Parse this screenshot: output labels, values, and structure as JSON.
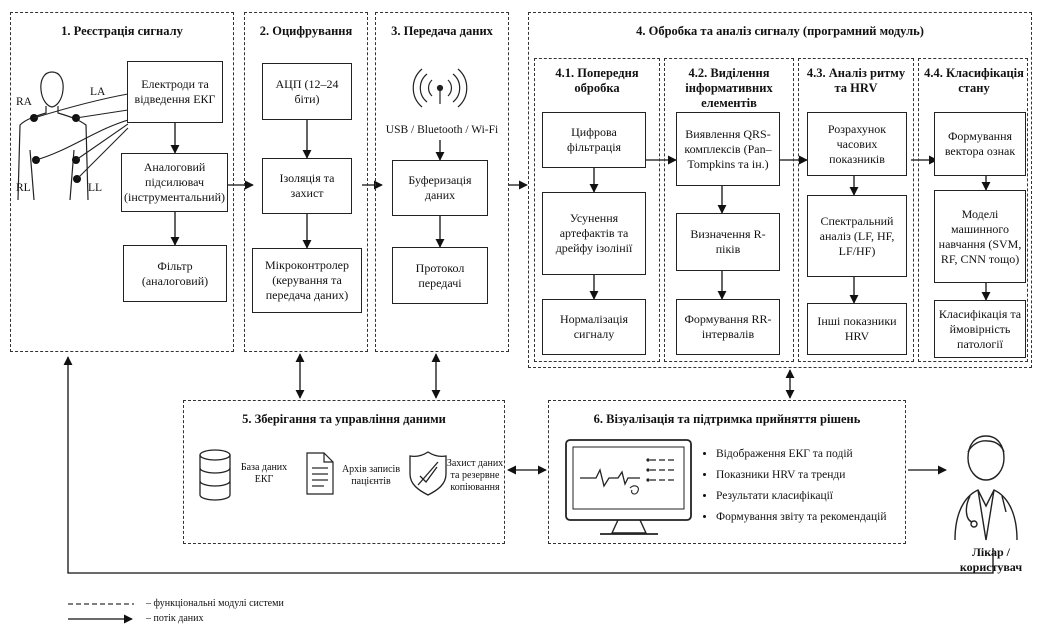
{
  "module1": {
    "title": "1. Реєстрація сигналу",
    "electrodes": [
      "RA",
      "LA",
      "RL",
      "LL"
    ],
    "boxes": [
      "Електроди та відведення ЕКГ",
      "Аналоговий підсилювач (інструментальний)",
      "Фільтр (аналоговий)"
    ]
  },
  "module2": {
    "title": "2. Оцифрування",
    "boxes": [
      "АЦП (12–24 біти)",
      "Ізоляція та захист",
      "Мікроконтролер (керування та передача даних)"
    ]
  },
  "module3": {
    "title": "3. Передача даних",
    "wireless": "USB / Bluetooth / Wi-Fi",
    "boxes": [
      "Буферизація даних",
      "Протокол передачі"
    ]
  },
  "module4": {
    "title": "4. Обробка та аналіз сигналу (програмний модуль)",
    "sub": [
      {
        "title": "4.1. Попередня обробка",
        "boxes": [
          "Цифрова фільтрація",
          "Усунення артефактів та дрейфу ізолінії",
          "Нормалізація сигналу"
        ]
      },
      {
        "title": "4.2. Виділення інформативних елементів",
        "boxes": [
          "Виявлення QRS-комплексів (Pan–Tompkins та ін.)",
          "Визначення R-піків",
          "Формування RR-інтервалів"
        ]
      },
      {
        "title": "4.3. Аналіз ритму та HRV",
        "boxes": [
          "Розрахунок часових показників",
          "Спектральний аналіз (LF, HF, LF/HF)",
          "Інші показники HRV"
        ]
      },
      {
        "title": "4.4. Класифікація стану",
        "boxes": [
          "Формування вектора ознак",
          "Моделі машинного навчання (SVM, RF, CNN тощо)",
          "Класифікація та ймовірність патології"
        ]
      }
    ]
  },
  "module5": {
    "title": "5. Зберігання та управління даними",
    "items": [
      "База даних ЕКГ",
      "Архів записів пацієнтів",
      "Захист даних та резервне копіювання"
    ]
  },
  "module6": {
    "title": "6. Візуалізація та підтримка прийняття рішень",
    "bullets": [
      "Відображення ЕКГ та подій",
      "Показники HRV та тренди",
      "Результати класифікації",
      "Формування звіту та рекомендацій"
    ]
  },
  "user": {
    "label": "Лікар / користувач"
  },
  "legend": {
    "dashed": "– функціональні модулі системи",
    "arrow": "– потік даних"
  }
}
